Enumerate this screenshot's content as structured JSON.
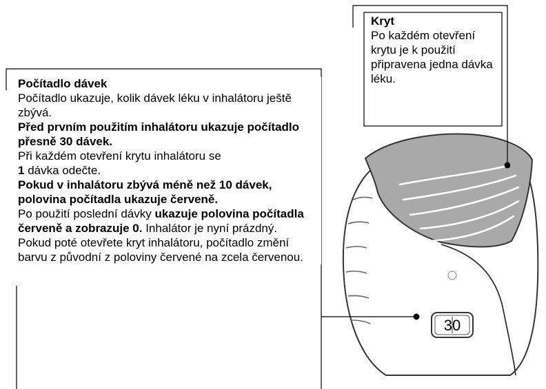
{
  "cover": {
    "title": "Kryt",
    "text": "Po každém otevření krytu je k použití připravena jedna dávka léku."
  },
  "counter": {
    "title": "Počítadlo dávek",
    "p1": "Počítadlo ukazuje, kolik dávek léku v inhalátoru ještě zbývá.",
    "p2_bold": "Před prvním použitím inhalátoru ukazuje počítadlo přesně 30 dávek.",
    "p3_bold": "1",
    "p3_rest": " dávka odečte.",
    "p3_pre": "Při každém otevření krytu inhalátoru se",
    "p4_bold": "Pokud v inhalátoru zbývá méně než 10 dávek, polovina počítadla ukazuje červeně.",
    "p5_pre": "Po použití poslední dávky ",
    "p5_bold": "ukazuje polovina počítadla červeně a zobrazuje 0.",
    "p5_rest": " Inhalátor je nyní prázdný.",
    "p6": "Pokud poté otevřete kryt inhalátoru, počítadlo změní barvu z původní z poloviny červené na zcela červenou."
  },
  "device": {
    "counter_display": "30"
  },
  "colors": {
    "cover_fill": "#a9a9a9",
    "body_fill": "#ffffff",
    "outline": "#333333",
    "line": "#000000"
  }
}
